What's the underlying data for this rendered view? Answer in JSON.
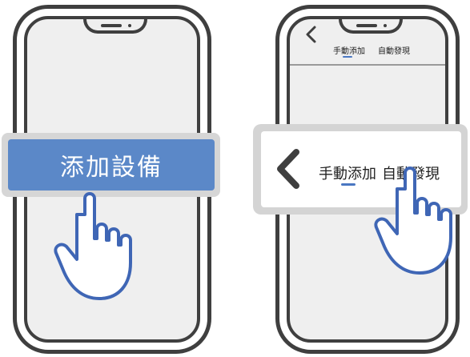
{
  "left_phone": {
    "add_device_button": "添加設備"
  },
  "right_phone": {
    "header_tabs": [
      "手動添加",
      "自動發現"
    ]
  },
  "callout": {
    "tabs": [
      "手動添加",
      "自動發現"
    ]
  },
  "icons": [
    "back-chevron-icon",
    "hand-pointer-icon"
  ],
  "colors": {
    "accent_blue": "#5b88c8",
    "underline_blue": "#4a77c2",
    "outline": "#3f3f3f",
    "screen_bg": "#efefef",
    "callout_gray": "#d6d6d6"
  }
}
